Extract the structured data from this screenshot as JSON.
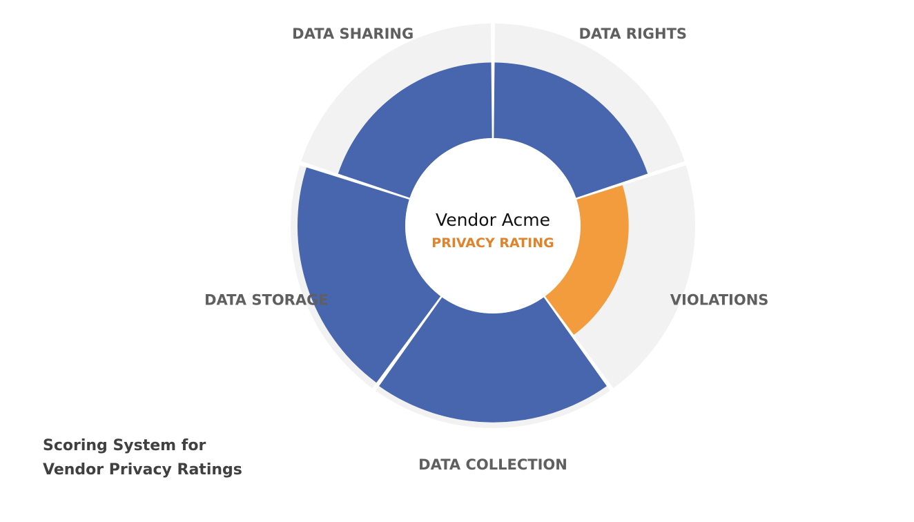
{
  "chart_data": {
    "type": "polar-area",
    "title": "Vendor Acme",
    "subtitle": "PRIVACY RATING",
    "caption_lines": [
      "Scoring System for",
      "Vendor Privacy Ratings"
    ],
    "max_value": 1.0,
    "categories": [
      "DATA RIGHTS",
      "VIOLATIONS",
      "DATA COLLECTION",
      "DATA STORAGE",
      "DATA SHARING"
    ],
    "values": [
      0.66,
      0.42,
      0.95,
      0.94,
      0.66
    ],
    "colors": {
      "segment": "#4766ae",
      "highlight": "#f29c3e",
      "track": "#f2f2f2",
      "subtitle": "#e0832a"
    },
    "highlight_category": "VIOLATIONS"
  }
}
